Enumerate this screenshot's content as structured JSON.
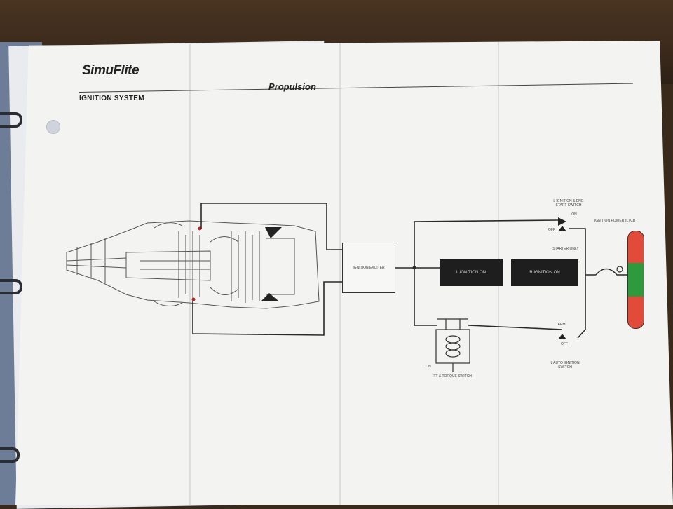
{
  "header": {
    "brand": "SimuFlite",
    "section_title": "IGNITION SYSTEM",
    "chapter": "Propulsion"
  },
  "diagram": {
    "exciter_label": "IGNITION EXCITER",
    "left_ignition_label": "L IGNITION ON",
    "right_ignition_label": "R IGNITION ON",
    "eng_start_switch_label": "L IGNITION & ENG START SWITCH",
    "on_label": "ON",
    "off_label": "OFF",
    "starter_only_label": "STARTER ONLY",
    "power_cb_label": "IGNITION POWER (L) CB",
    "arm_label": "ARM",
    "auto_off_label": "OFF",
    "auto_switch_label": "L AUTO IGNITION SWITCH",
    "torque_switch_label": "ITT & TORQUE SWITCH",
    "torque_on_label": "ON"
  },
  "colors": {
    "wire": "#2a2a2a",
    "annunciator": "#1e1e1e",
    "indicator_red": "#e24a3a",
    "indicator_green": "#2e9a3d"
  }
}
